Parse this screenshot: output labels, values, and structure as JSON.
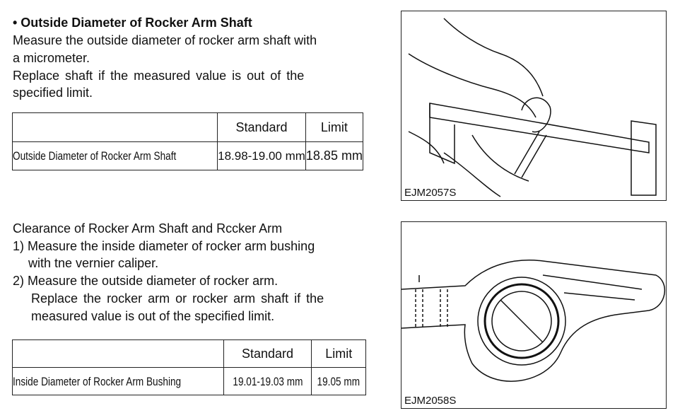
{
  "section1": {
    "title": "• Outside Diameter of Rocker Arm Shaft",
    "lines": [
      "Measure the outside diameter of rocker arm shaft with",
      "a micrometer.",
      "Replace shaft if the measured value is out of the",
      "specified limit."
    ],
    "table": {
      "headers": [
        "",
        "Standard",
        "Limit"
      ],
      "row": [
        "Outside Diameter of Rocker Arm Shaft",
        "18.98-19.00 mm",
        "18.85 mm"
      ]
    },
    "figure_caption": "EJM2057S"
  },
  "section2": {
    "lines": [
      "Clearance of Rocker Arm Shaft and Rccker Arm",
      "1) Measure the inside diameter of rocker arm bushing",
      "with tne vernier caliper.",
      "2) Measure the outside diameter of rocker arm.",
      "Replace the rocker arm or rocker arm shaft if the",
      "measured value is out of the specified limit."
    ],
    "table": {
      "headers": [
        "",
        "Standard",
        "Limit"
      ],
      "row": [
        "Inside Diameter of Rocker Arm Bushing",
        "19.01-19.03 mm",
        "19.05 mm"
      ]
    },
    "figure_caption": "EJM2058S"
  }
}
